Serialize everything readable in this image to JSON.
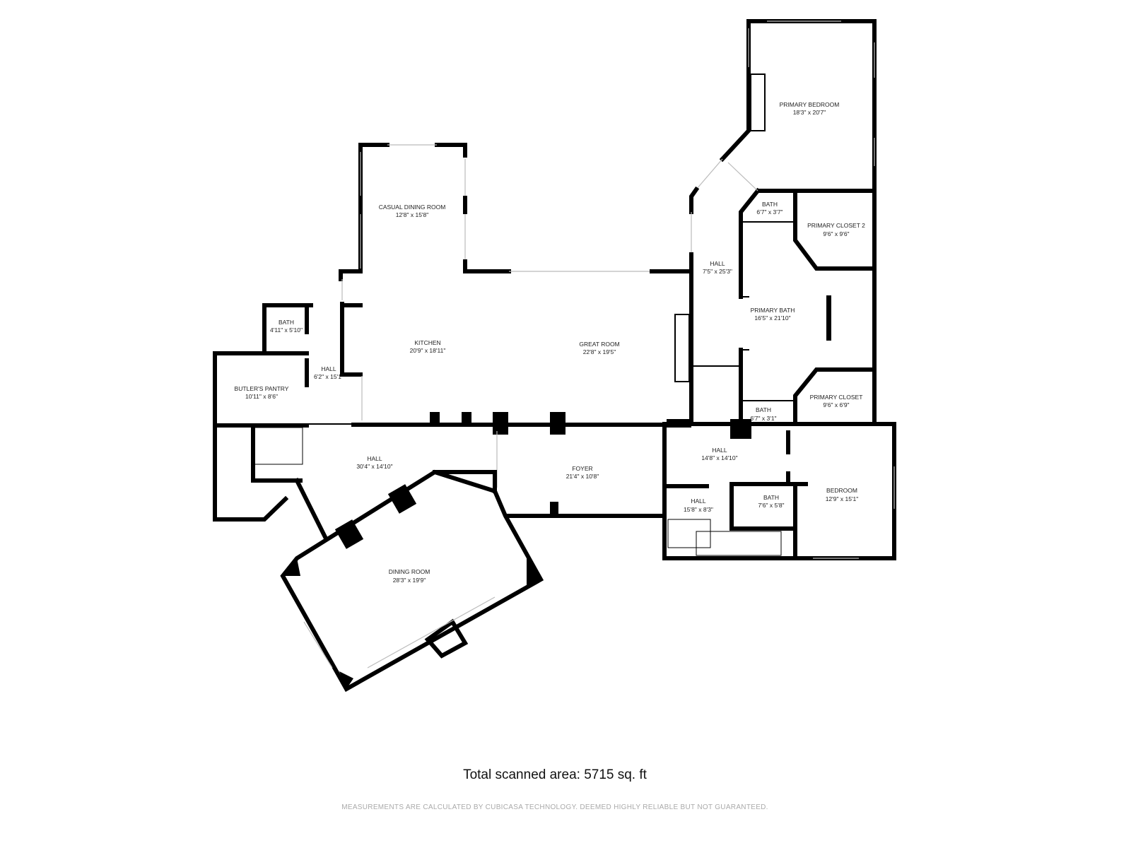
{
  "rooms": [
    {
      "name": "PRIMARY BEDROOM",
      "size": "18'3\" x 20'7\""
    },
    {
      "name": "CASUAL DINING ROOM",
      "size": "12'8\" x 15'8\""
    },
    {
      "name": "BATH",
      "size": "4'11\" x 5'10\""
    },
    {
      "name": "KITCHEN",
      "size": "20'9\" x 18'11\""
    },
    {
      "name": "GREAT ROOM",
      "size": "22'8\" x 19'5\""
    },
    {
      "name": "HALL",
      "size": "7'5\" x 25'3\""
    },
    {
      "name": "BATH",
      "size": "6'7\" x 3'7\""
    },
    {
      "name": "PRIMARY CLOSET 2",
      "size": "9'6\" x 9'6\""
    },
    {
      "name": "PRIMARY BATH",
      "size": "16'5\" x 21'10\""
    },
    {
      "name": "HALL",
      "size": "6'2\" x 15'1\""
    },
    {
      "name": "BUTLER'S PANTRY",
      "size": "10'11\" x 8'6\""
    },
    {
      "name": "PRIMARY CLOSET",
      "size": "9'6\" x 6'9\""
    },
    {
      "name": "BATH",
      "size": "6'7\" x 3'1\""
    },
    {
      "name": "HALL",
      "size": "30'4\" x 14'10\""
    },
    {
      "name": "HALL",
      "size": "14'8\" x 14'10\""
    },
    {
      "name": "FOYER",
      "size": "21'4\" x 10'8\""
    },
    {
      "name": "BEDROOM",
      "size": "12'9\" x 15'1\""
    },
    {
      "name": "HALL",
      "size": "15'8\" x 8'3\""
    },
    {
      "name": "BATH",
      "size": "7'6\" x 5'8\""
    },
    {
      "name": "DINING ROOM",
      "size": "28'3\" x 19'9\""
    }
  ],
  "total_area": "Total scanned area: 5715 sq. ft",
  "disclaimer": "MEASUREMENTS ARE CALCULATED BY CUBICASA TECHNOLOGY. DEEMED HIGHLY RELIABLE BUT NOT GUARANTEED."
}
